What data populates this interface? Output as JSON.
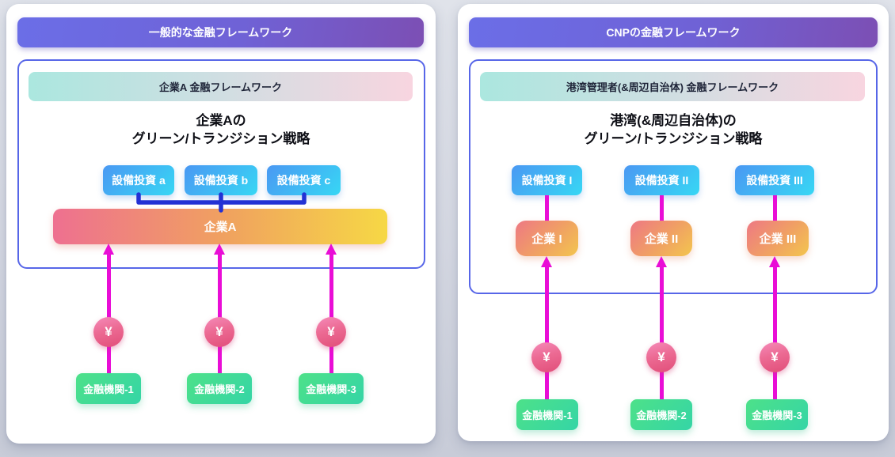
{
  "left_panel": {
    "title_banner": "一般的な金融フレームワーク",
    "framework_header": "企業A 金融フレームワーク",
    "strategy_title_line1": "企業Aの",
    "strategy_title_line2": "グリーン/トランジション戦略",
    "investments": [
      "設備投資 a",
      "設備投資 b",
      "設備投資 c"
    ],
    "company": "企業A",
    "currency_symbol": "¥",
    "institutions": [
      "金融機関-1",
      "金融機関-2",
      "金融機関-3"
    ]
  },
  "right_panel": {
    "title_banner": "CNPの金融フレームワーク",
    "framework_header": "港湾管理者(&周辺自治体) 金融フレームワーク",
    "strategy_title_line1": "港湾(&周辺自治体)の",
    "strategy_title_line2": "グリーン/トランジション戦略",
    "investments": [
      "設備投資 I",
      "設備投資 II",
      "設備投資 III"
    ],
    "companies": [
      "企業 I",
      "企業 II",
      "企業 III"
    ],
    "currency_symbol": "¥",
    "institutions": [
      "金融機関-1",
      "金融機関-2",
      "金融機関-3"
    ]
  },
  "colors": {
    "banner_gradient_start": "#6b6ee7",
    "banner_gradient_end": "#7c4fb4",
    "framework_border": "#5766e8",
    "subheader_gradient_start": "#abe7df",
    "subheader_gradient_end": "#f8d5e0",
    "invest_gradient_start": "#4a98f3",
    "invest_gradient_end": "#37d7f4",
    "company_gradient_start": "#ee7090",
    "company_gradient_end": "#f6d845",
    "institution_gradient_start": "#4de189",
    "institution_gradient_end": "#35d5a6",
    "flow_arrow": "#e90dd6",
    "bracket_connector": "#2231d4"
  }
}
